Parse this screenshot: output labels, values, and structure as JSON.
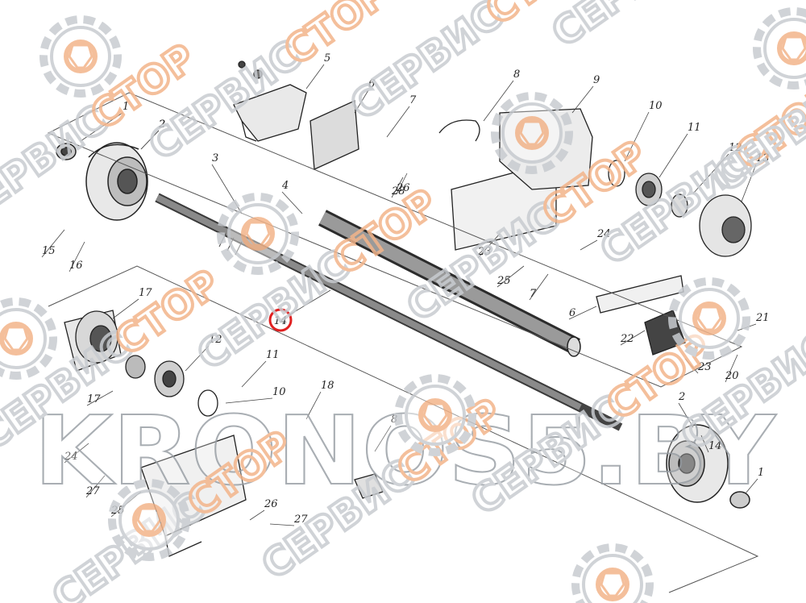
{
  "diagram": {
    "callouts": [
      "1",
      "2",
      "3",
      "4",
      "5",
      "6",
      "7",
      "8",
      "9",
      "10",
      "11",
      "12",
      "13",
      "14",
      "15",
      "16",
      "17",
      "18",
      "20",
      "21",
      "22",
      "23",
      "24",
      "25",
      "26",
      "27",
      "28"
    ],
    "highlighted_callout": "14"
  },
  "watermark": {
    "word_ru": "СЕРВИС",
    "word_stop": "СТОР",
    "domain": "KRONOS5.BY",
    "colors": {
      "gray": "#c8ccd0",
      "orange": "#f3b48a",
      "highlight": "#e02020"
    }
  }
}
